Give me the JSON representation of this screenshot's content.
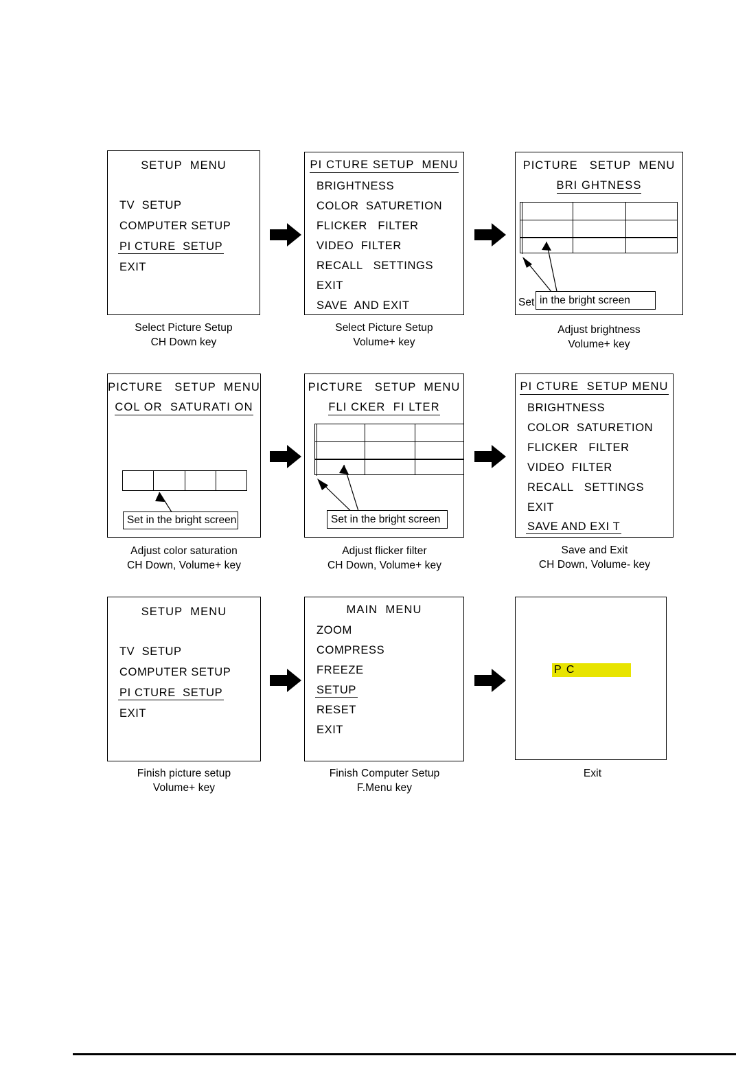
{
  "document": {
    "kind": "osd-menu-walkthrough-diagram",
    "footer_rule": true
  },
  "arrow_icon": "right-arrow-icon",
  "pointer_note_text": "Set in the bright screen",
  "pointer_note_prefix": "Set",
  "pointer_note_boxed": "in the bright screen",
  "colors": {
    "highlight": "#e8e400",
    "ink": "#000000",
    "paper": "#ffffff"
  },
  "steps": [
    {
      "id": "step-1-setup-menu",
      "screen": {
        "type": "menu-list",
        "title": "SETUP  MENU",
        "title_underlined": false,
        "items": [
          {
            "label": "TV  SETUP",
            "selected": false
          },
          {
            "label": "COMPUTER SETUP",
            "selected": false
          },
          {
            "label": "PI CTURE  SETUP",
            "selected": true
          },
          {
            "label": "EXIT",
            "selected": false
          }
        ]
      },
      "caption": "Select Picture Setup\nCH Down key"
    },
    {
      "id": "step-2-picture-setup-menu",
      "screen": {
        "type": "menu-list",
        "title": "PI CTURE SETUP  MENU",
        "title_underlined": true,
        "items": [
          {
            "label": "BRIGHTNESS",
            "selected": false
          },
          {
            "label": "COLOR  SATURETION",
            "selected": false
          },
          {
            "label": "FLICKER   FILTER",
            "selected": false
          },
          {
            "label": "VIDEO  FILTER",
            "selected": false
          },
          {
            "label": "RECALL   SETTINGS",
            "selected": false
          },
          {
            "label": "EXIT",
            "selected": false
          },
          {
            "label": "SAVE  AND EXIT",
            "selected": false
          }
        ]
      },
      "caption": "Select Picture Setup\nVolume+ key"
    },
    {
      "id": "step-3-brightness",
      "screen": {
        "type": "adjust-grid",
        "title": "PICTURE   SETUP  MENU",
        "subtitle": "BRI GHTNESS",
        "subtitle_underlined": true,
        "grid": {
          "rows": 3,
          "cols": 3,
          "thick_row_divider_after": 2,
          "marker": "left-edge"
        }
      },
      "caption": "Adjust brightness\nVolume+ key"
    },
    {
      "id": "step-4-color-saturation",
      "screen": {
        "type": "adjust-bar",
        "title": "PICTURE   SETUP  MENU",
        "subtitle": "COL OR  SATURATI ON",
        "subtitle_underlined": true,
        "bar": {
          "cells": 4
        }
      },
      "caption": "Adjust color saturation\nCH Down, Volume+ key"
    },
    {
      "id": "step-5-flicker-filter",
      "screen": {
        "type": "adjust-grid",
        "title": "PICTURE   SETUP  MENU",
        "subtitle": "FLI CKER  FI LTER",
        "subtitle_underlined": true,
        "grid": {
          "rows": 3,
          "cols": 3,
          "thick_row_divider_after": 2,
          "marker": "left-edge"
        }
      },
      "caption": "Adjust flicker filter\nCH Down, Volume+ key"
    },
    {
      "id": "step-6-save-and-exit",
      "screen": {
        "type": "menu-list",
        "title": "PI CTURE  SETUP MENU",
        "title_underlined": true,
        "items": [
          {
            "label": "BRIGHTNESS",
            "selected": false
          },
          {
            "label": "COLOR  SATURETION",
            "selected": false
          },
          {
            "label": "FLICKER   FILTER",
            "selected": false
          },
          {
            "label": "VIDEO  FILTER",
            "selected": false
          },
          {
            "label": "RECALL   SETTINGS",
            "selected": false
          },
          {
            "label": "EXIT",
            "selected": false
          },
          {
            "label": "SAVE AND EXI T",
            "selected": true
          }
        ]
      },
      "caption": "Save and Exit\nCH Down, Volume- key"
    },
    {
      "id": "step-7-setup-menu-finish",
      "screen": {
        "type": "menu-list",
        "title": "SETUP  MENU",
        "title_underlined": false,
        "items": [
          {
            "label": "TV  SETUP",
            "selected": false
          },
          {
            "label": "COMPUTER SETUP",
            "selected": false
          },
          {
            "label": "PI CTURE  SETUP",
            "selected": true
          },
          {
            "label": "EXIT",
            "selected": false
          }
        ]
      },
      "caption": "Finish picture setup\nVolume+ key"
    },
    {
      "id": "step-8-main-menu",
      "screen": {
        "type": "menu-list",
        "title": "MAIN  MENU",
        "title_underlined": false,
        "items": [
          {
            "label": "ZOOM",
            "selected": false
          },
          {
            "label": "COMPRESS",
            "selected": false
          },
          {
            "label": "FREEZE",
            "selected": false
          },
          {
            "label": "SETUP",
            "selected": true
          },
          {
            "label": "RESET",
            "selected": false
          },
          {
            "label": "EXIT",
            "selected": false
          }
        ]
      },
      "caption": "Finish Computer Setup\nF.Menu key"
    },
    {
      "id": "step-9-exit",
      "screen": {
        "type": "status-bar",
        "bar_label": "P C",
        "bar_color": "#e8e400"
      },
      "caption": "Exit"
    }
  ]
}
